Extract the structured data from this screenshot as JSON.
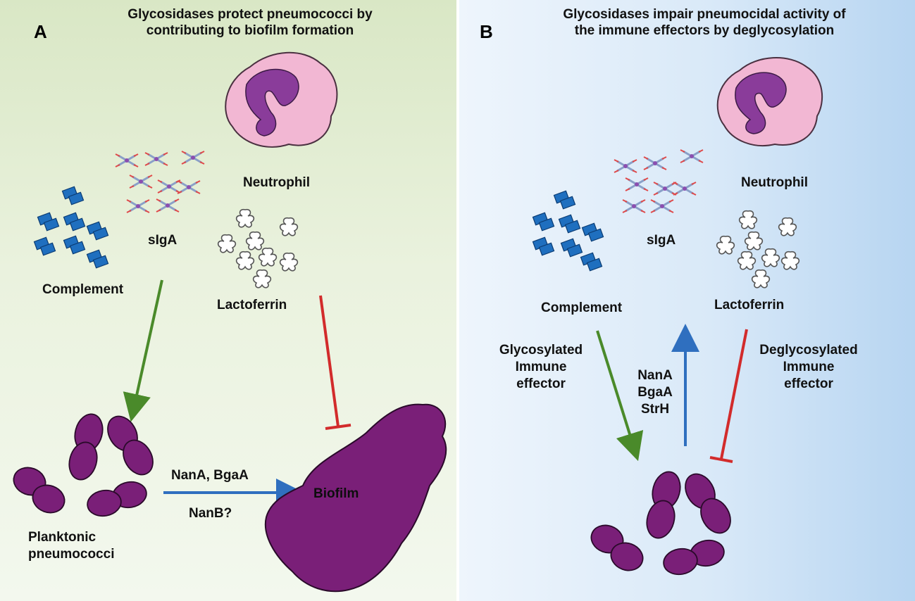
{
  "panel_a": {
    "letter": "A",
    "title_line1": "Glycosidases  protect pneumococci by",
    "title_line2": "contributing  to biofilm formation",
    "neutrophil": "Neutrophil",
    "siga": "sIgA",
    "complement": "Complement",
    "lactoferrin": "Lactoferrin",
    "enzymes_top": "NanA, BgaA",
    "enzymes_bottom": "NanB?",
    "biofilm": "Biofilm",
    "planktonic_line1": "Planktonic",
    "planktonic_line2": "pneumococci"
  },
  "panel_b": {
    "letter": "B",
    "title_line1": "Glycosidases  impair pneumocidal activity of",
    "title_line2": "the immune effectors by deglycosylation",
    "neutrophil": "Neutrophil",
    "siga": "sIgA",
    "complement": "Complement",
    "lactoferrin": "Lactoferrin",
    "glycosylated_line1": "Glycosylated",
    "glycosylated_line2": "Immune",
    "glycosylated_line3": "effector",
    "enzyme1": "NanA",
    "enzyme2": "BgaA",
    "enzyme3": "StrH",
    "deglycosylated_line1": "Deglycosylated",
    "deglycosylated_line2": "Immune",
    "deglycosylated_line3": "effector"
  },
  "colors": {
    "green_arrow": "#4a8a2a",
    "red_inhibit": "#d22b2b",
    "blue_arrow": "#2f6fbf",
    "pneumococcus": "#7a1f78",
    "complement": "#1f6fbf",
    "neutrophil_cell": "#f2b7d3",
    "neutrophil_nucleus": "#8a3c9a"
  }
}
